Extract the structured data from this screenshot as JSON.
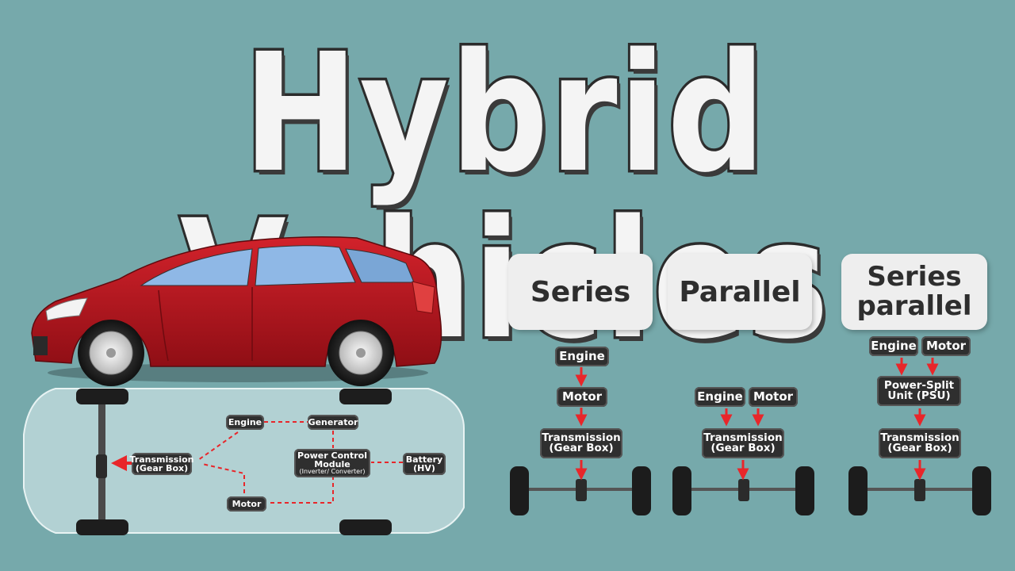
{
  "title": "Hybrid Vehicles",
  "types": {
    "series": "Series",
    "parallel": "Parallel",
    "series_parallel_line1": "Series",
    "series_parallel_line2": "parallel"
  },
  "series_diagram": {
    "engine": "Engine",
    "motor": "Motor",
    "transmission_line1": "Transmission",
    "transmission_line2": "(Gear Box)"
  },
  "parallel_diagram": {
    "engine": "Engine",
    "motor": "Motor",
    "transmission_line1": "Transmission",
    "transmission_line2": "(Gear Box)"
  },
  "series_parallel_diagram": {
    "engine": "Engine",
    "motor": "Motor",
    "psu_line1": "Power-Split",
    "psu_line2": "Unit (PSU)",
    "transmission_line1": "Transmission",
    "transmission_line2": "(Gear Box)"
  },
  "car_layout": {
    "engine": "Engine",
    "generator": "Generator",
    "pcm_line1": "Power Control",
    "pcm_line2": "Module",
    "pcm_line3": "(Inverter/ Converter)",
    "battery_line1": "Battery",
    "battery_line2": "(HV)",
    "transmission_line1": "Transmission",
    "transmission_line2": "(Gear Box)",
    "motor": "Motor"
  },
  "colors": {
    "background": "#76a9ab",
    "car_body": "#b5141c",
    "arrow": "#e8262a",
    "label_bg": "#2f2f2f",
    "card_bg": "#eeeeee"
  }
}
